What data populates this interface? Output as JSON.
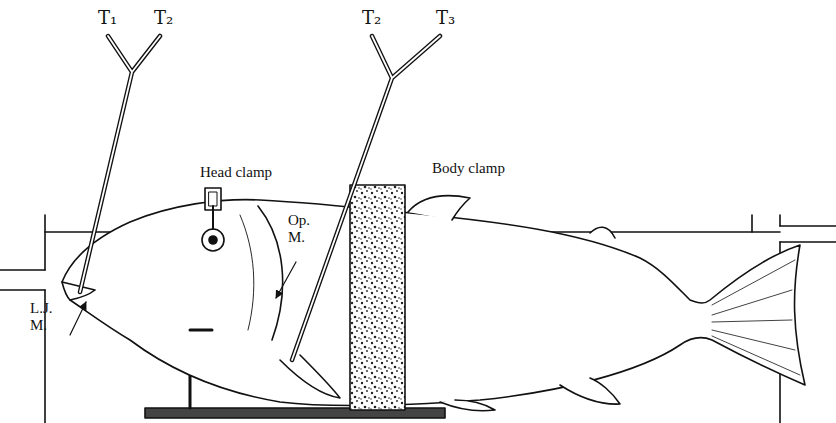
{
  "diagram": {
    "labels": [
      "T₁",
      "T₂",
      "T₂",
      "T₃",
      "Head clamp",
      "Op. M.",
      "Body clamp",
      "L.J. M."
    ]
  }
}
